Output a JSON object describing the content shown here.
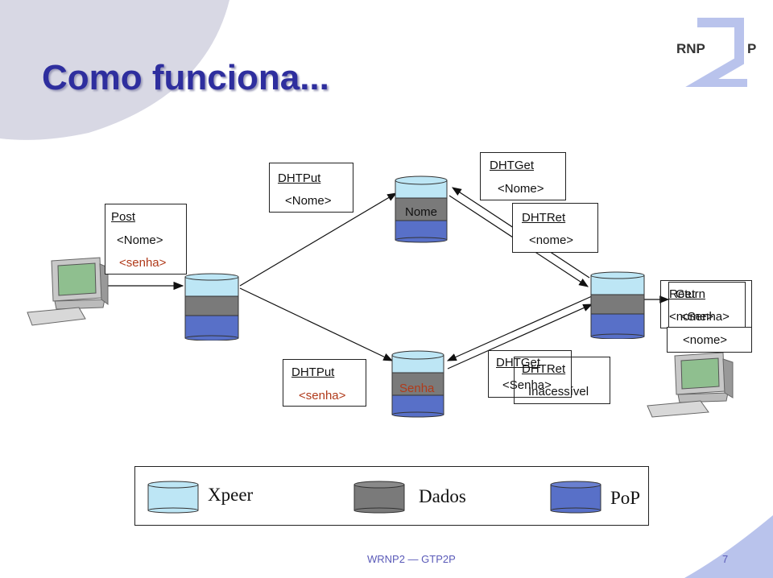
{
  "title": "Como funciona...",
  "logo": {
    "text_left": "RNP",
    "text_right": "P"
  },
  "colors": {
    "xpeer": "#bde6f5",
    "dados": "#7a7a7a",
    "pop": "#5870c8",
    "title": "#2e2e9e",
    "accent_bg": "#d8d8e4"
  },
  "boxes": {
    "post": {
      "title": "Post",
      "line1": "<Nome>",
      "line2": "<senha>"
    },
    "put_nome": {
      "title": "DHTPut",
      "line1": "<Nome>"
    },
    "get_nome": {
      "title": "DHTGet",
      "line1": "<Nome>"
    },
    "ret_nome": {
      "title": "DHTRet",
      "line1": "<nome>"
    },
    "put_senha": {
      "title": "DHTPut",
      "line1": "<senha>"
    },
    "get_senha": {
      "title": "DHTGet",
      "line1": "<Senha>"
    },
    "ret_senha": {
      "title": "DHTRet",
      "line1": "Inacessível"
    },
    "return": {
      "title": "Return",
      "line1": "<nome>"
    },
    "get": {
      "title": "Get",
      "line1": "<Senha>"
    },
    "nome_out": {
      "line1": "<nome>"
    }
  },
  "cylinders": {
    "nome": "Nome",
    "senha": "Senha"
  },
  "legend": {
    "xpeer": "Xpeer",
    "dados": "Dados",
    "pop": "PoP"
  },
  "footer": {
    "left": "WRNP2 — GTP2P",
    "page": "7"
  }
}
